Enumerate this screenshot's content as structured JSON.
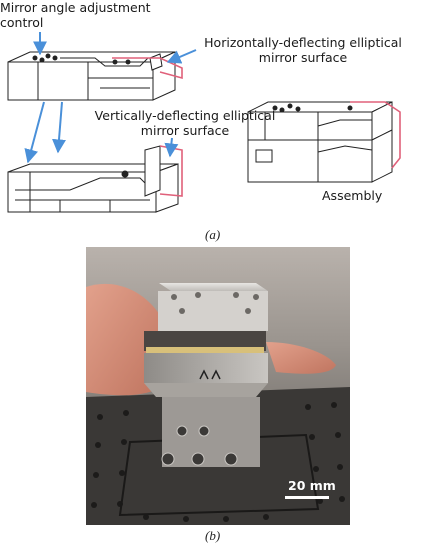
{
  "panel_a": {
    "caption": "(a)",
    "labels": {
      "mirror_control_line1": "Mirror angle adjustment",
      "mirror_control_line2": "control",
      "horizontal_line1": "Horizontally-deflecting elliptical",
      "horizontal_line2": "mirror surface",
      "vertical_line1": "Vertically-deflecting elliptical",
      "vertical_line2": "mirror surface",
      "assembly": "Assembly"
    }
  },
  "panel_b": {
    "caption": "(b)",
    "scale_bar": "20 mm"
  },
  "colors": {
    "arrow": "#4a90d9",
    "mirror_outline": "#e0607a",
    "line": "#222222"
  }
}
